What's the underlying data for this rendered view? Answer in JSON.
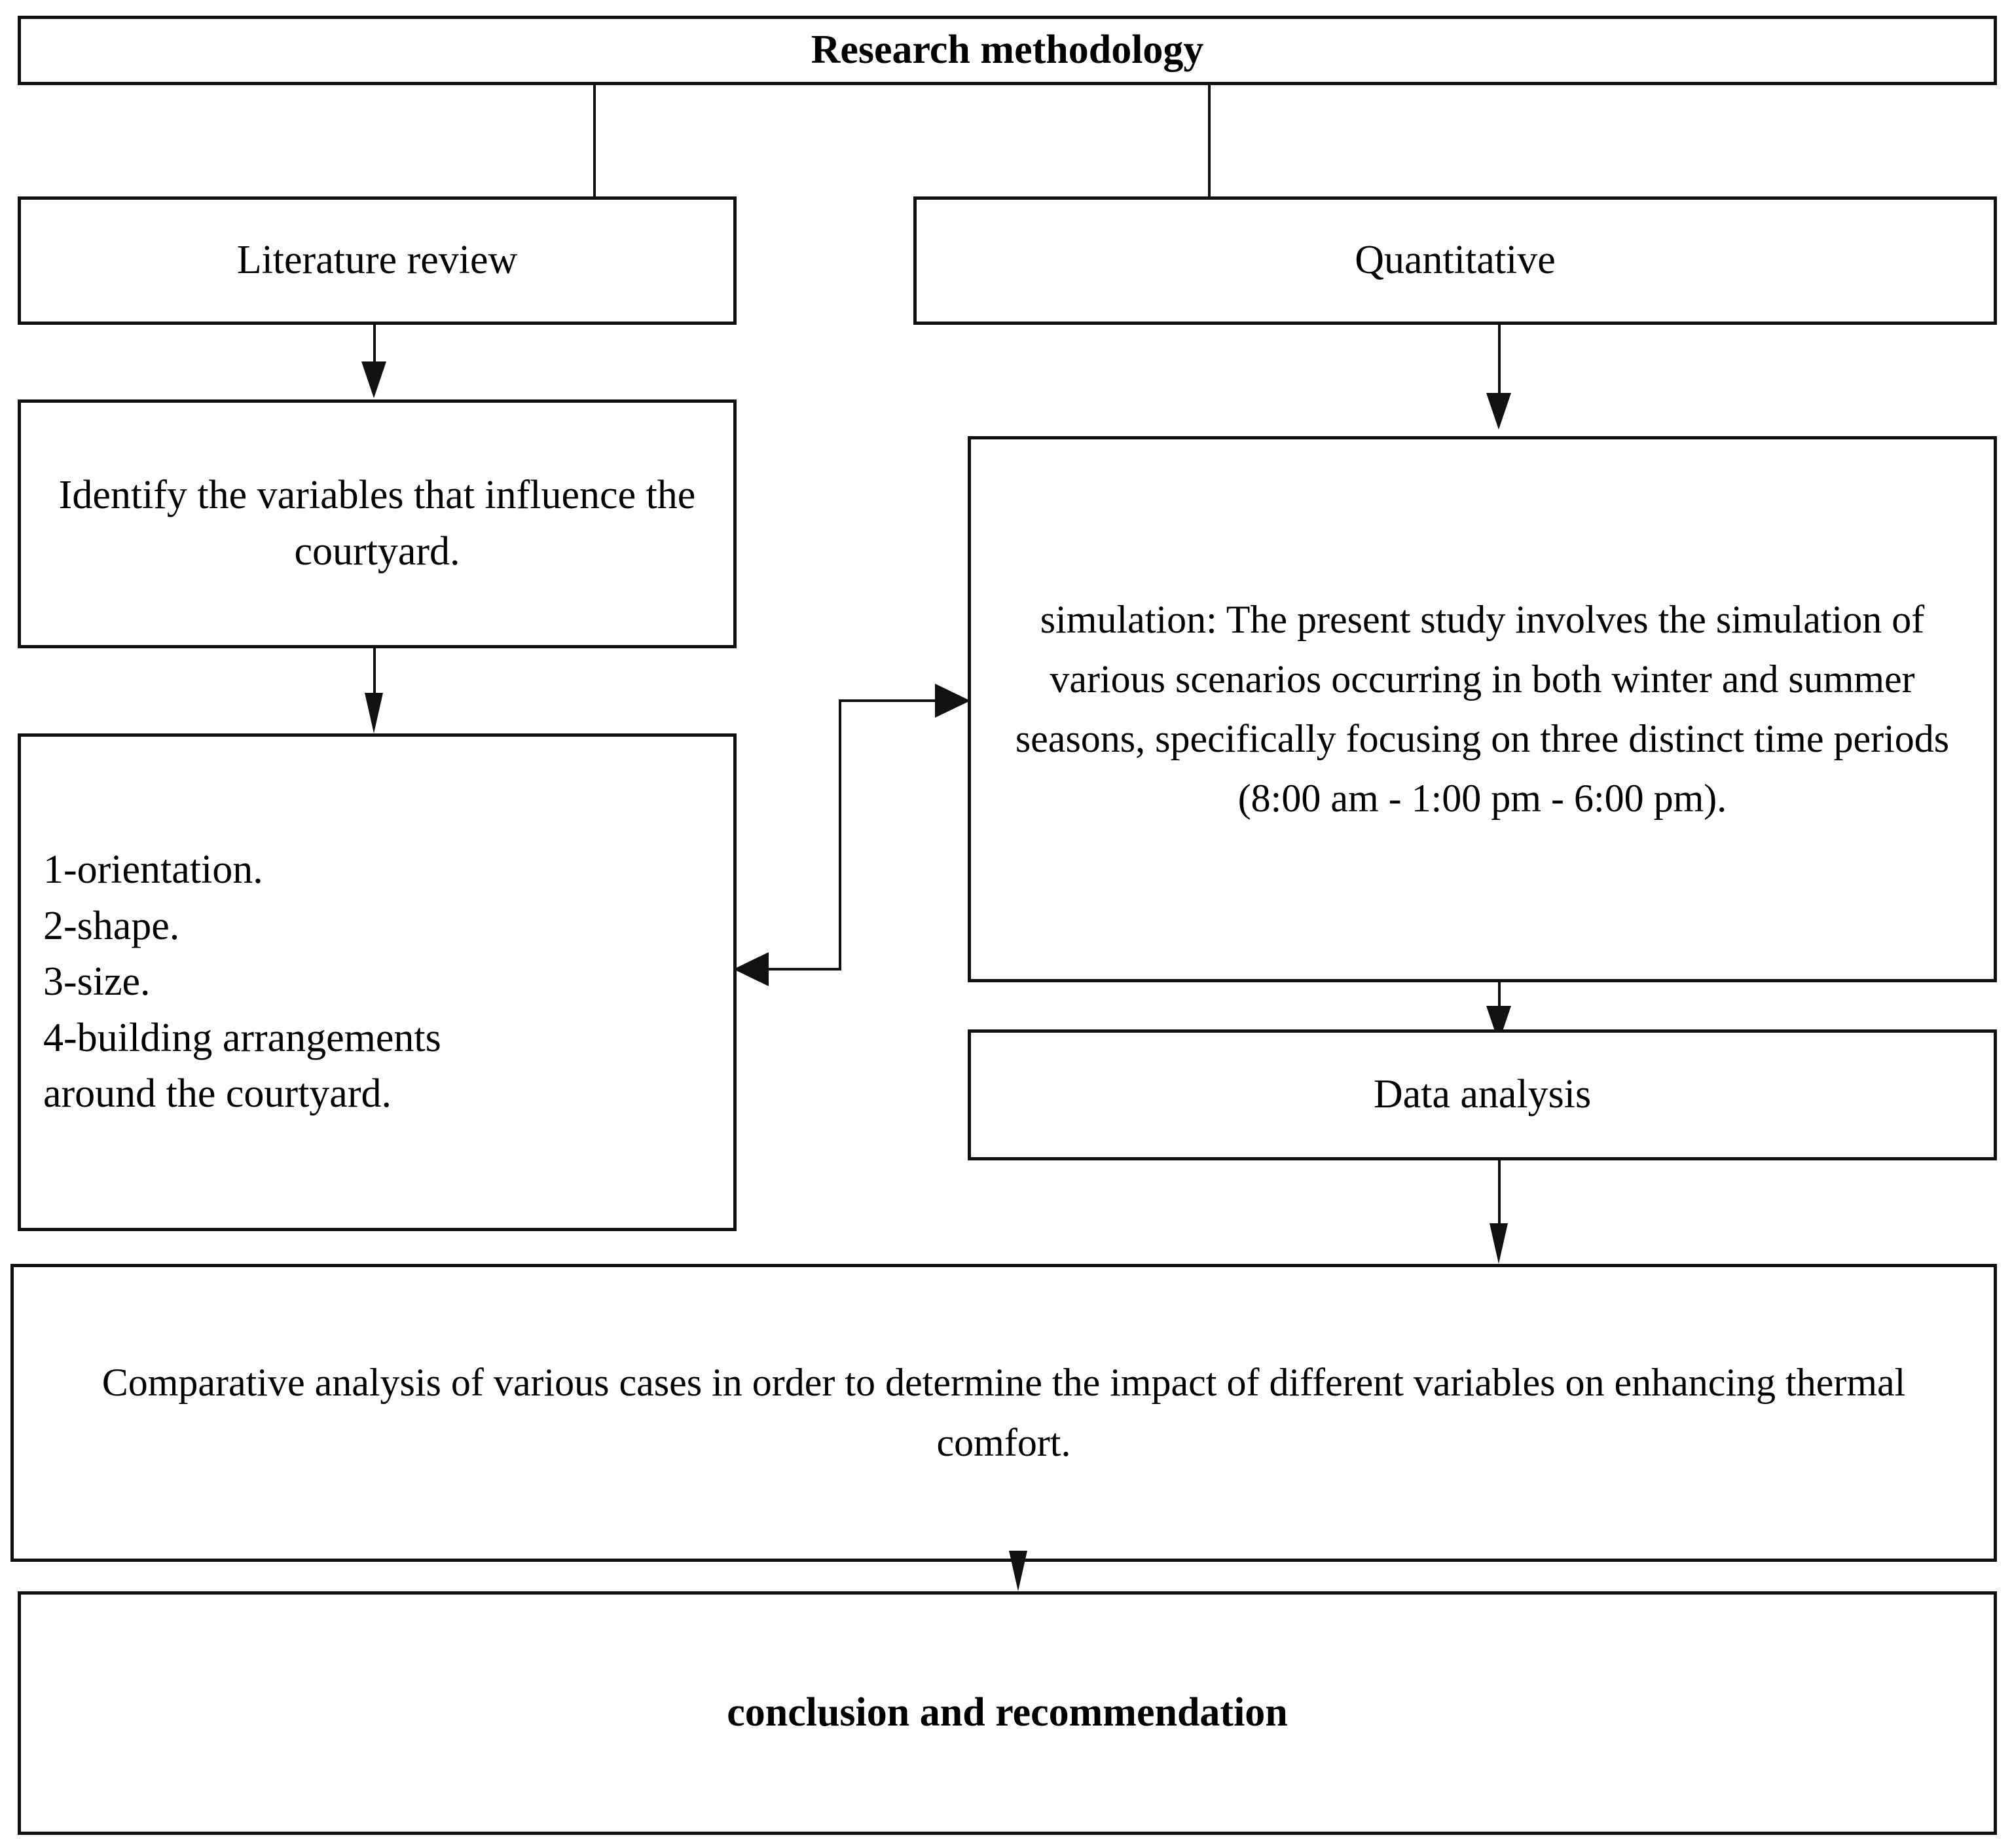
{
  "diagram": {
    "title": "Research methodology",
    "nodes": {
      "root": {
        "label": "Research methodology"
      },
      "literature_review": {
        "label": "Literature review"
      },
      "identify_variables": {
        "label": "Identify the variables that influence the courtyard."
      },
      "variables_list": {
        "items": [
          "1-orientation.",
          "2-shape.",
          "3-size.",
          "4-building arrangements",
          "around the courtyard."
        ]
      },
      "quantitative": {
        "label": "Quantitative"
      },
      "simulation": {
        "label": "simulation: The present study involves the simulation of various scenarios occurring in both winter and summer seasons, specifically focusing on three distinct time periods (8:00 am - 1:00 pm - 6:00 pm)."
      },
      "data_analysis": {
        "label": "Data analysis"
      },
      "comparative_analysis": {
        "label": "Comparative analysis of various cases in order to determine the impact of different variables on enhancing thermal comfort."
      },
      "conclusion": {
        "label": "conclusion and recommendation"
      }
    },
    "colors": {
      "border": "#111111",
      "background": "#ffffff",
      "text": "#000000"
    }
  }
}
